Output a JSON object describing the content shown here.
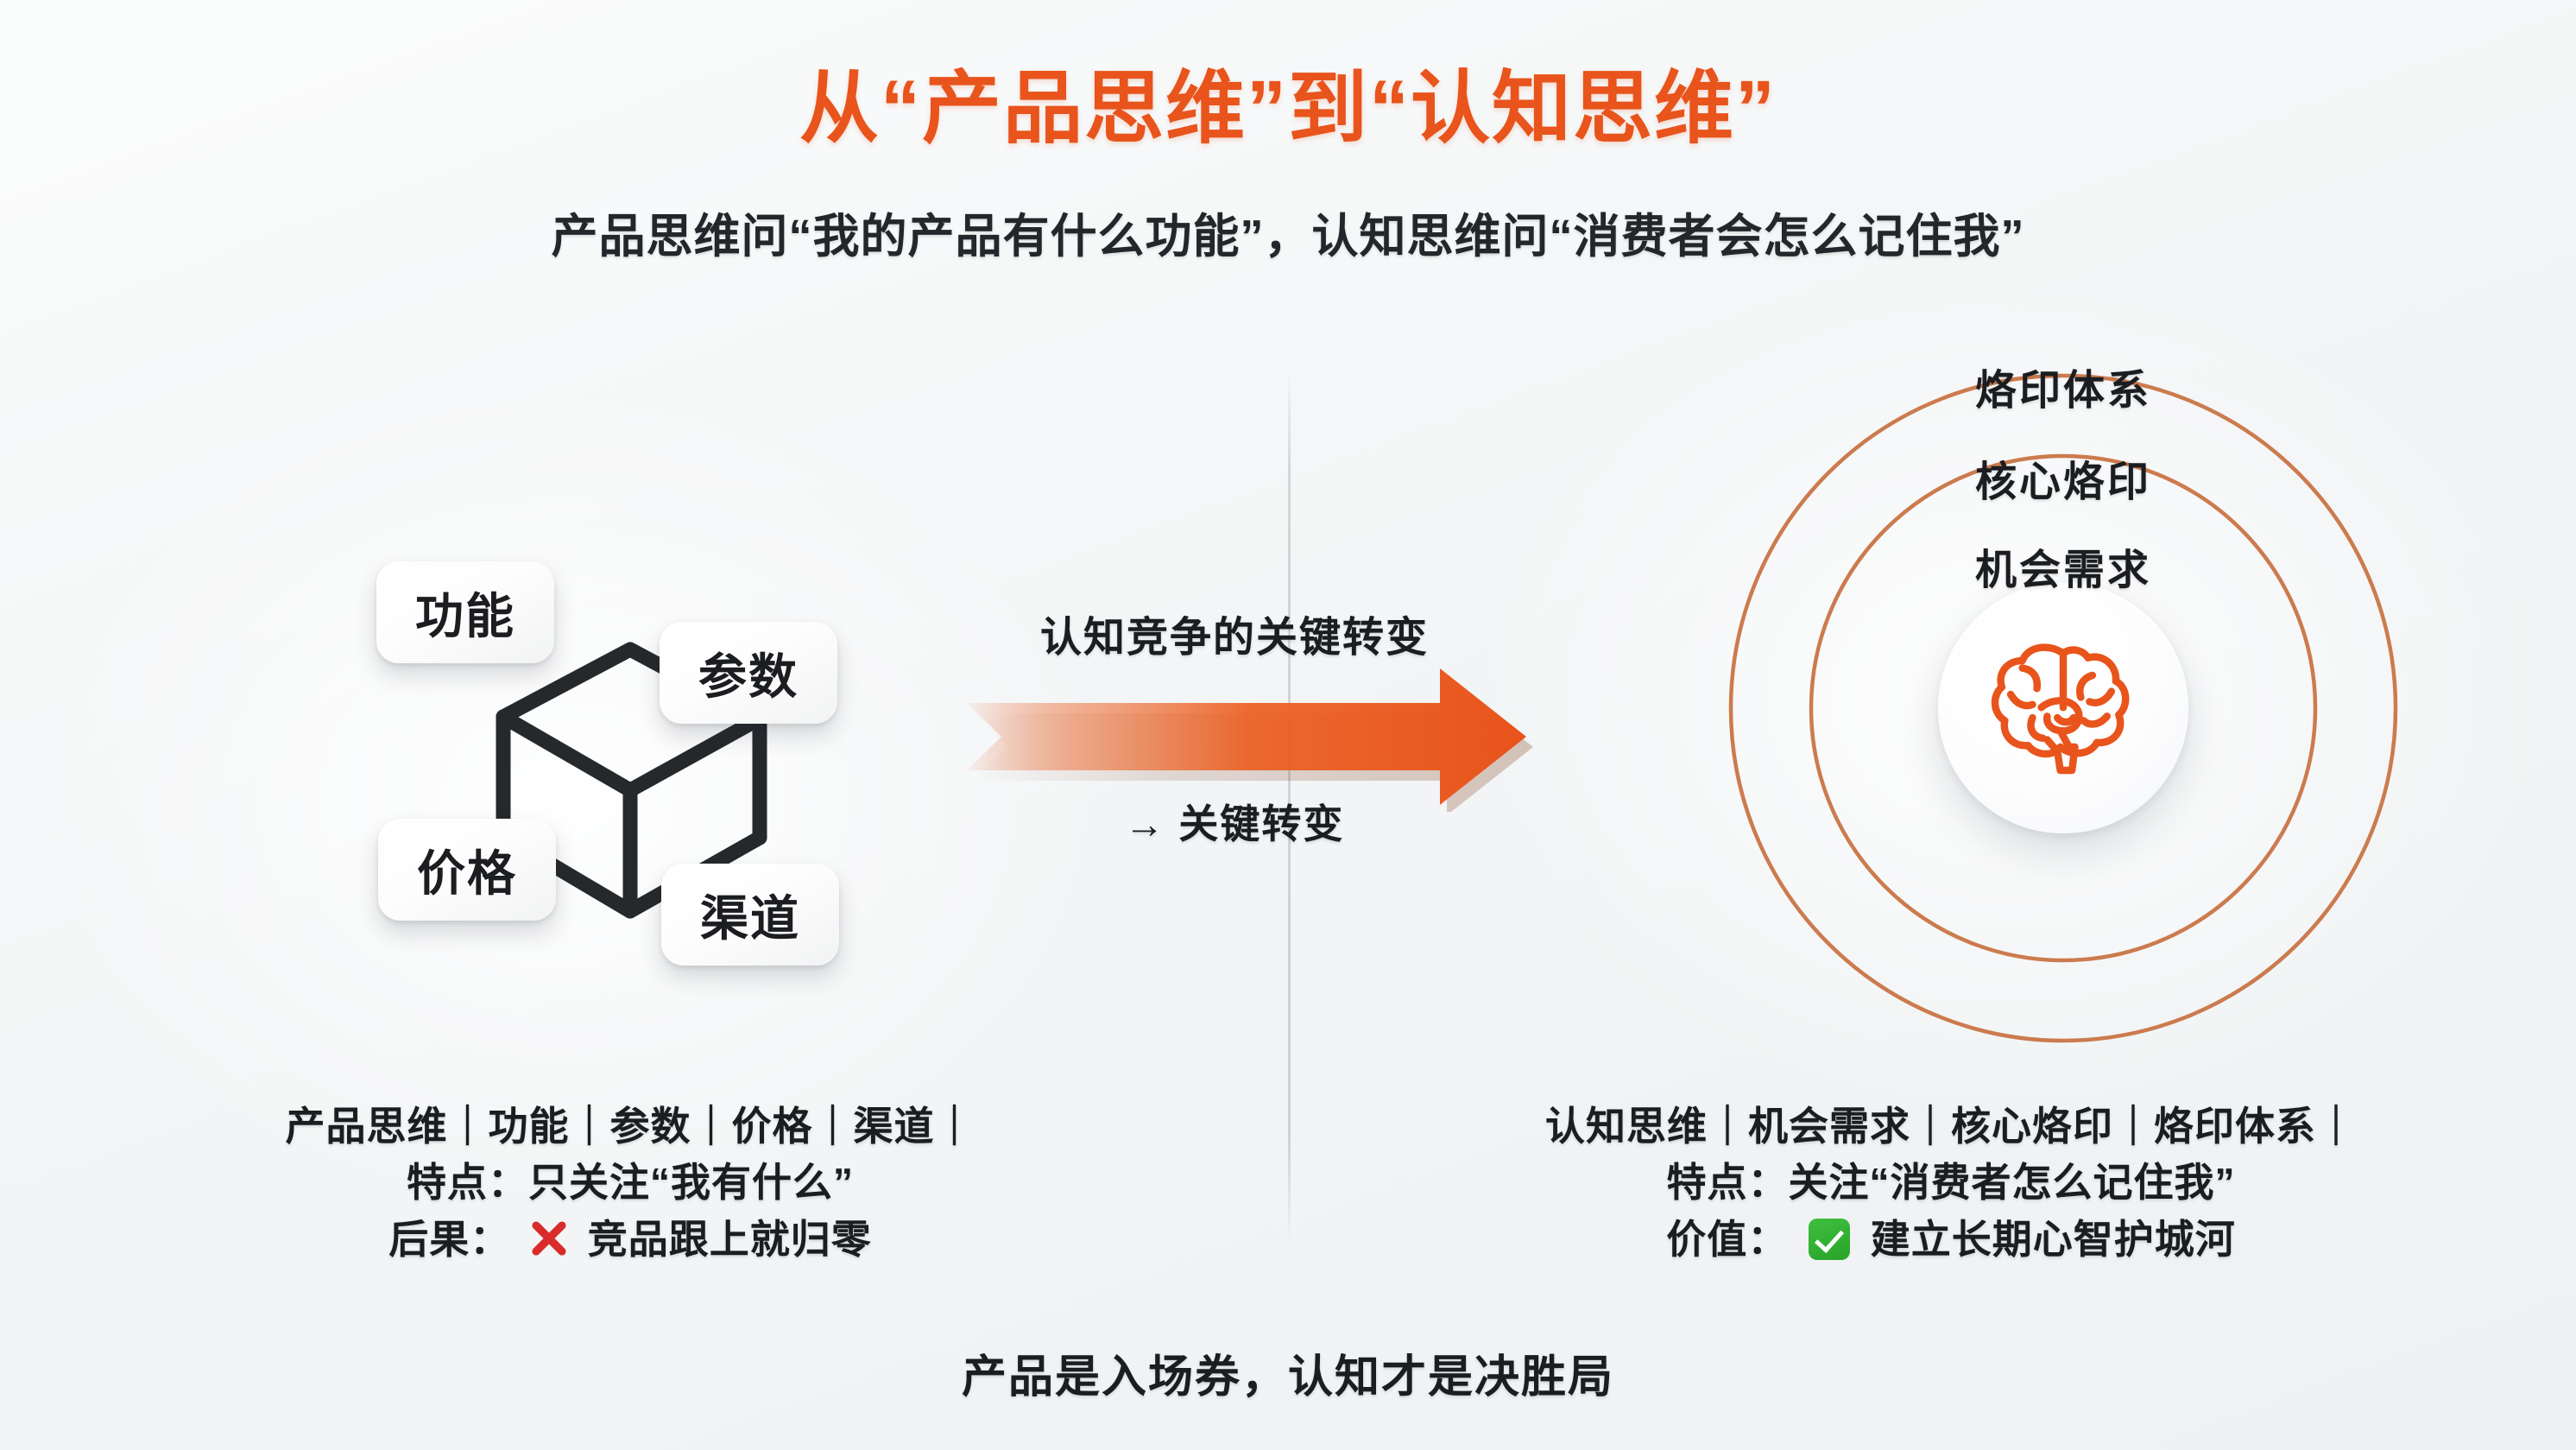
{
  "theme": {
    "accent_orange": "#E8541B",
    "ring_stroke": "#C8703F",
    "text_dark": "#1B1D20",
    "background": "#F5F7F8",
    "check_green": "#2EA82E",
    "cross_red": "#D92B2B"
  },
  "header": {
    "title": "从“产品思维”到“认知思维”",
    "subtitle": "产品思维问“我的产品有什么功能”，认知思维问“消费者会怎么记住我”"
  },
  "left_panel": {
    "diagram_name": "product-cube",
    "chips": [
      {
        "id": "gongneng",
        "label": "功能"
      },
      {
        "id": "canshu",
        "label": "参数"
      },
      {
        "id": "jiage",
        "label": "价格"
      },
      {
        "id": "qudao",
        "label": "渠道"
      }
    ],
    "summary": {
      "chain": "产品思维｜功能｜参数｜价格｜渠道｜",
      "trait": "特点：只关注“我有什么”",
      "result_prefix": "后果：",
      "result_icon": "cross-mark-icon",
      "result_text": "竞品跟上就归零"
    }
  },
  "center_panel": {
    "caption_top": "认知竞争的关键转变",
    "caption_bottom": "→ 关键转变",
    "arrow_icon": "right-arrow-icon"
  },
  "right_panel": {
    "diagram_name": "brand-imprint-rings",
    "rings": [
      {
        "id": "outer",
        "label": "烙印体系"
      },
      {
        "id": "middle",
        "label": "核心烙印"
      },
      {
        "id": "inner",
        "label": "机会需求"
      }
    ],
    "core_icon": "brain-icon",
    "summary": {
      "chain": "认知思维｜机会需求｜核心烙印｜烙印体系｜",
      "trait": "特点：关注“消费者怎么记住我”",
      "value_prefix": "价值：",
      "value_icon": "check-mark-icon",
      "value_text": "建立长期心智护城河"
    }
  },
  "footer": {
    "text": "产品是入场券，认知才是决胜局"
  }
}
